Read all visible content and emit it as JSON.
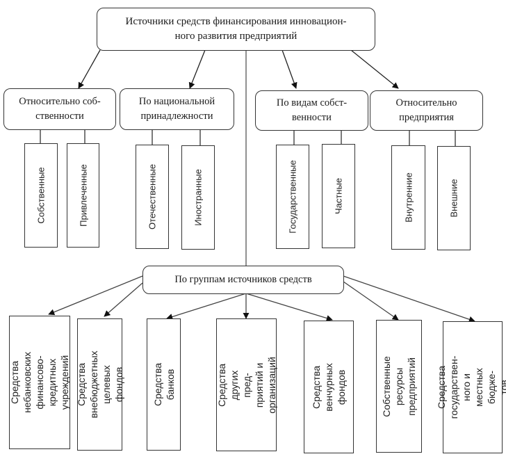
{
  "root": {
    "label": "Источники средств финансирования инновацион-\nного развития предприятий"
  },
  "categories": [
    {
      "label": "Относительно соб-\nственности",
      "children": [
        "Собственные",
        "Привлеченные"
      ]
    },
    {
      "label": "По национальной\nпринадлежности",
      "children": [
        "Отечественные",
        "Иностранные"
      ]
    },
    {
      "label": "По видам собст-\nвенности",
      "children": [
        "Государственные",
        "Частные"
      ]
    },
    {
      "label": "Относительно\nпредприятия",
      "children": [
        "Внутренние",
        "Внешние"
      ]
    }
  ],
  "groups": {
    "label": "По группам источников средств",
    "children": [
      "Средства небанковских\nфинансово-кредитных\nучреждений",
      "Средства внебюджетных\nцелевых фондов",
      "Средства банков",
      "Средства других пред-\nприятий и организаций",
      "Средства венчурных\nфондов",
      "Собственные ресурсы\nпредприятий",
      "Средства государствен-\nного и местных бюдже-\nтов"
    ]
  }
}
